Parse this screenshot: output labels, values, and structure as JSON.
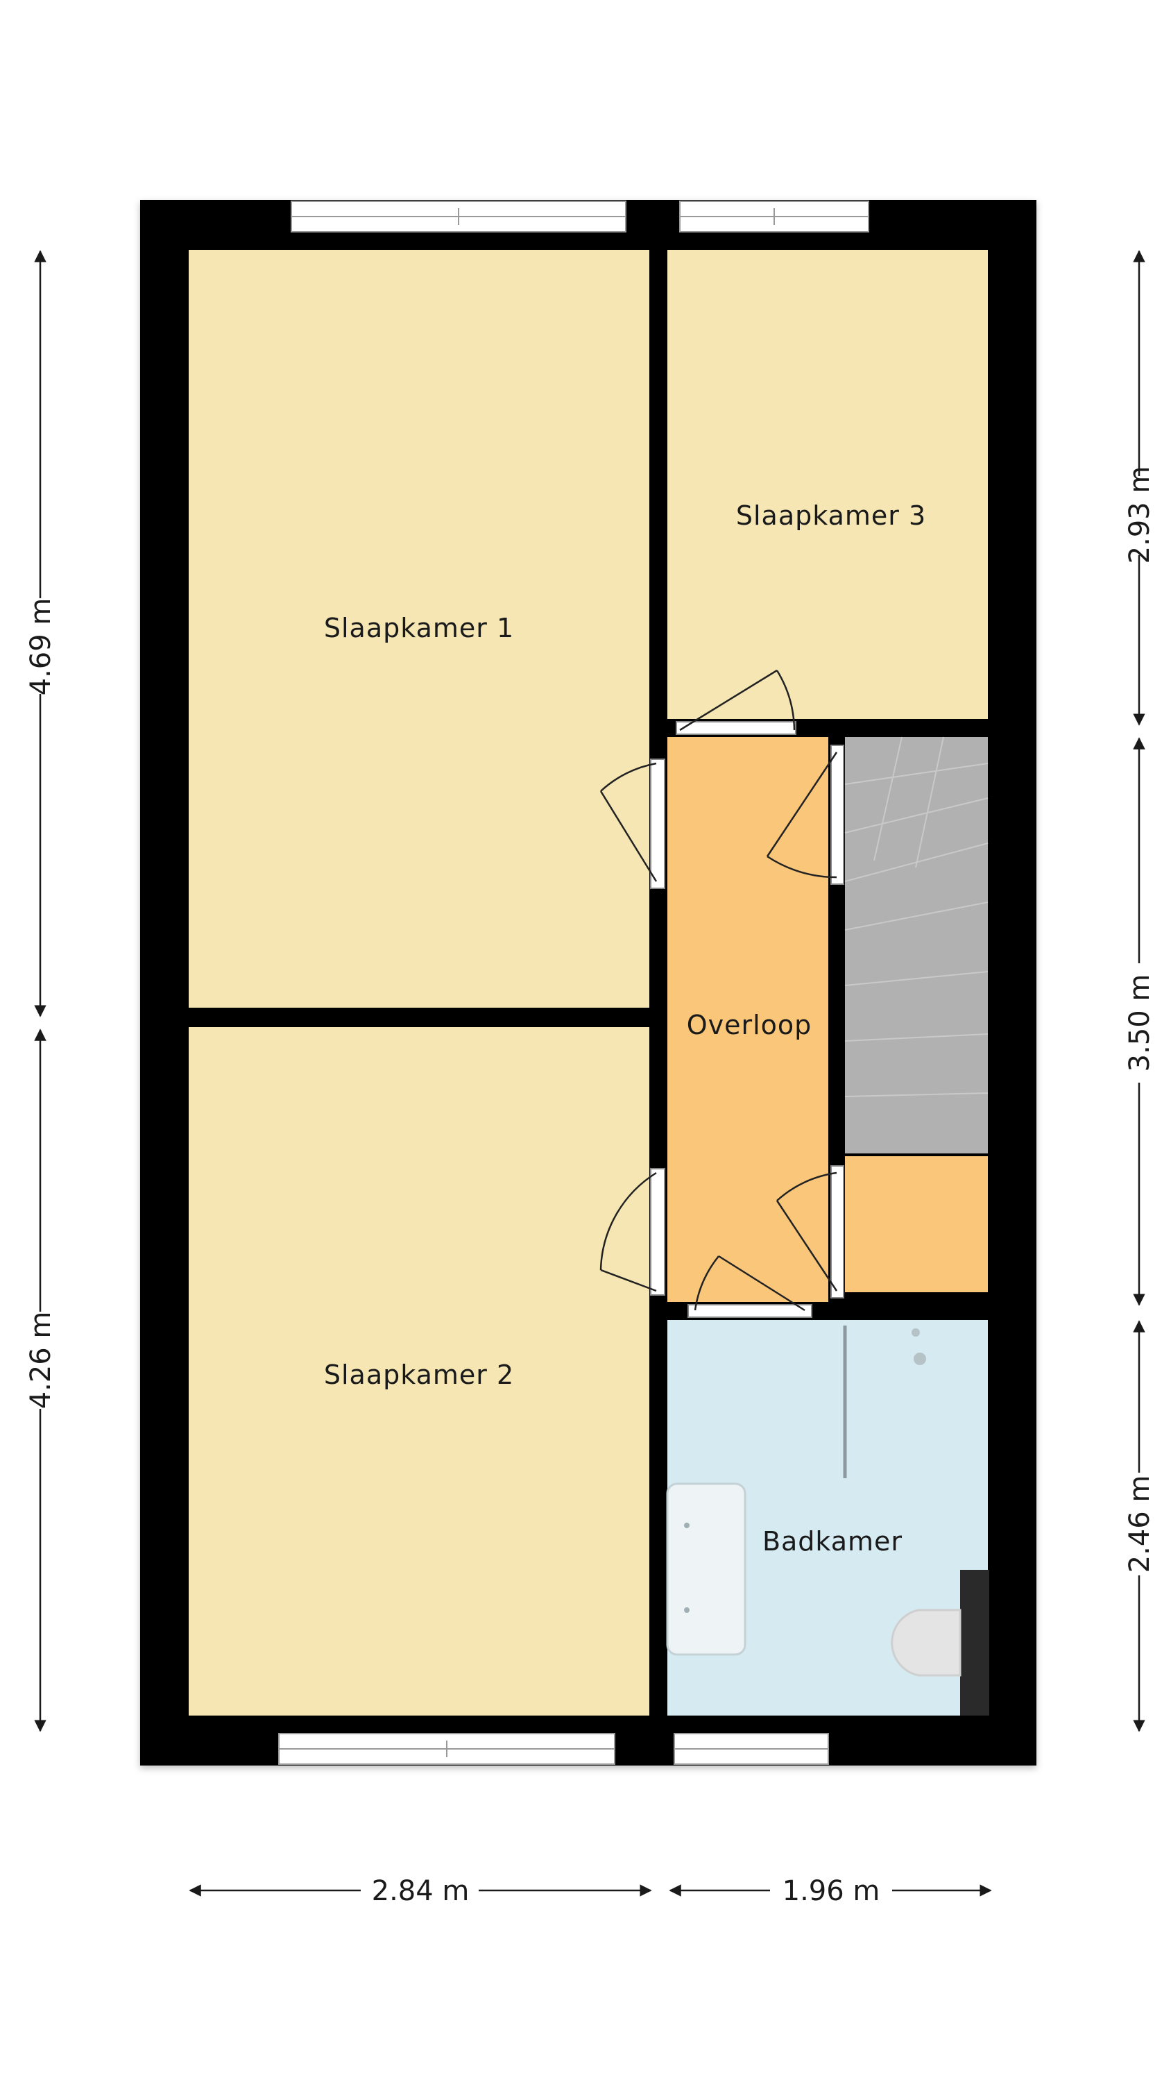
{
  "colors": {
    "wall": "#000000",
    "bedroom": "#f5e6b4",
    "landing": "#f9c67a",
    "bathroom": "#d5ebf1",
    "stairs": "#b8b8b8",
    "window": "#ffffff"
  },
  "rooms": {
    "bedroom1": "Slaapkamer 1",
    "bedroom2": "Slaapkamer 2",
    "bedroom3": "Slaapkamer 3",
    "landing": "Overloop",
    "bathroom": "Badkamer"
  },
  "dimensions": {
    "left_upper": "4.69 m",
    "left_lower": "4.26 m",
    "right_upper": "2.93 m",
    "right_middle": "3.50 m",
    "right_lower": "2.46 m",
    "bottom_left": "2.84 m",
    "bottom_right": "1.96 m"
  }
}
